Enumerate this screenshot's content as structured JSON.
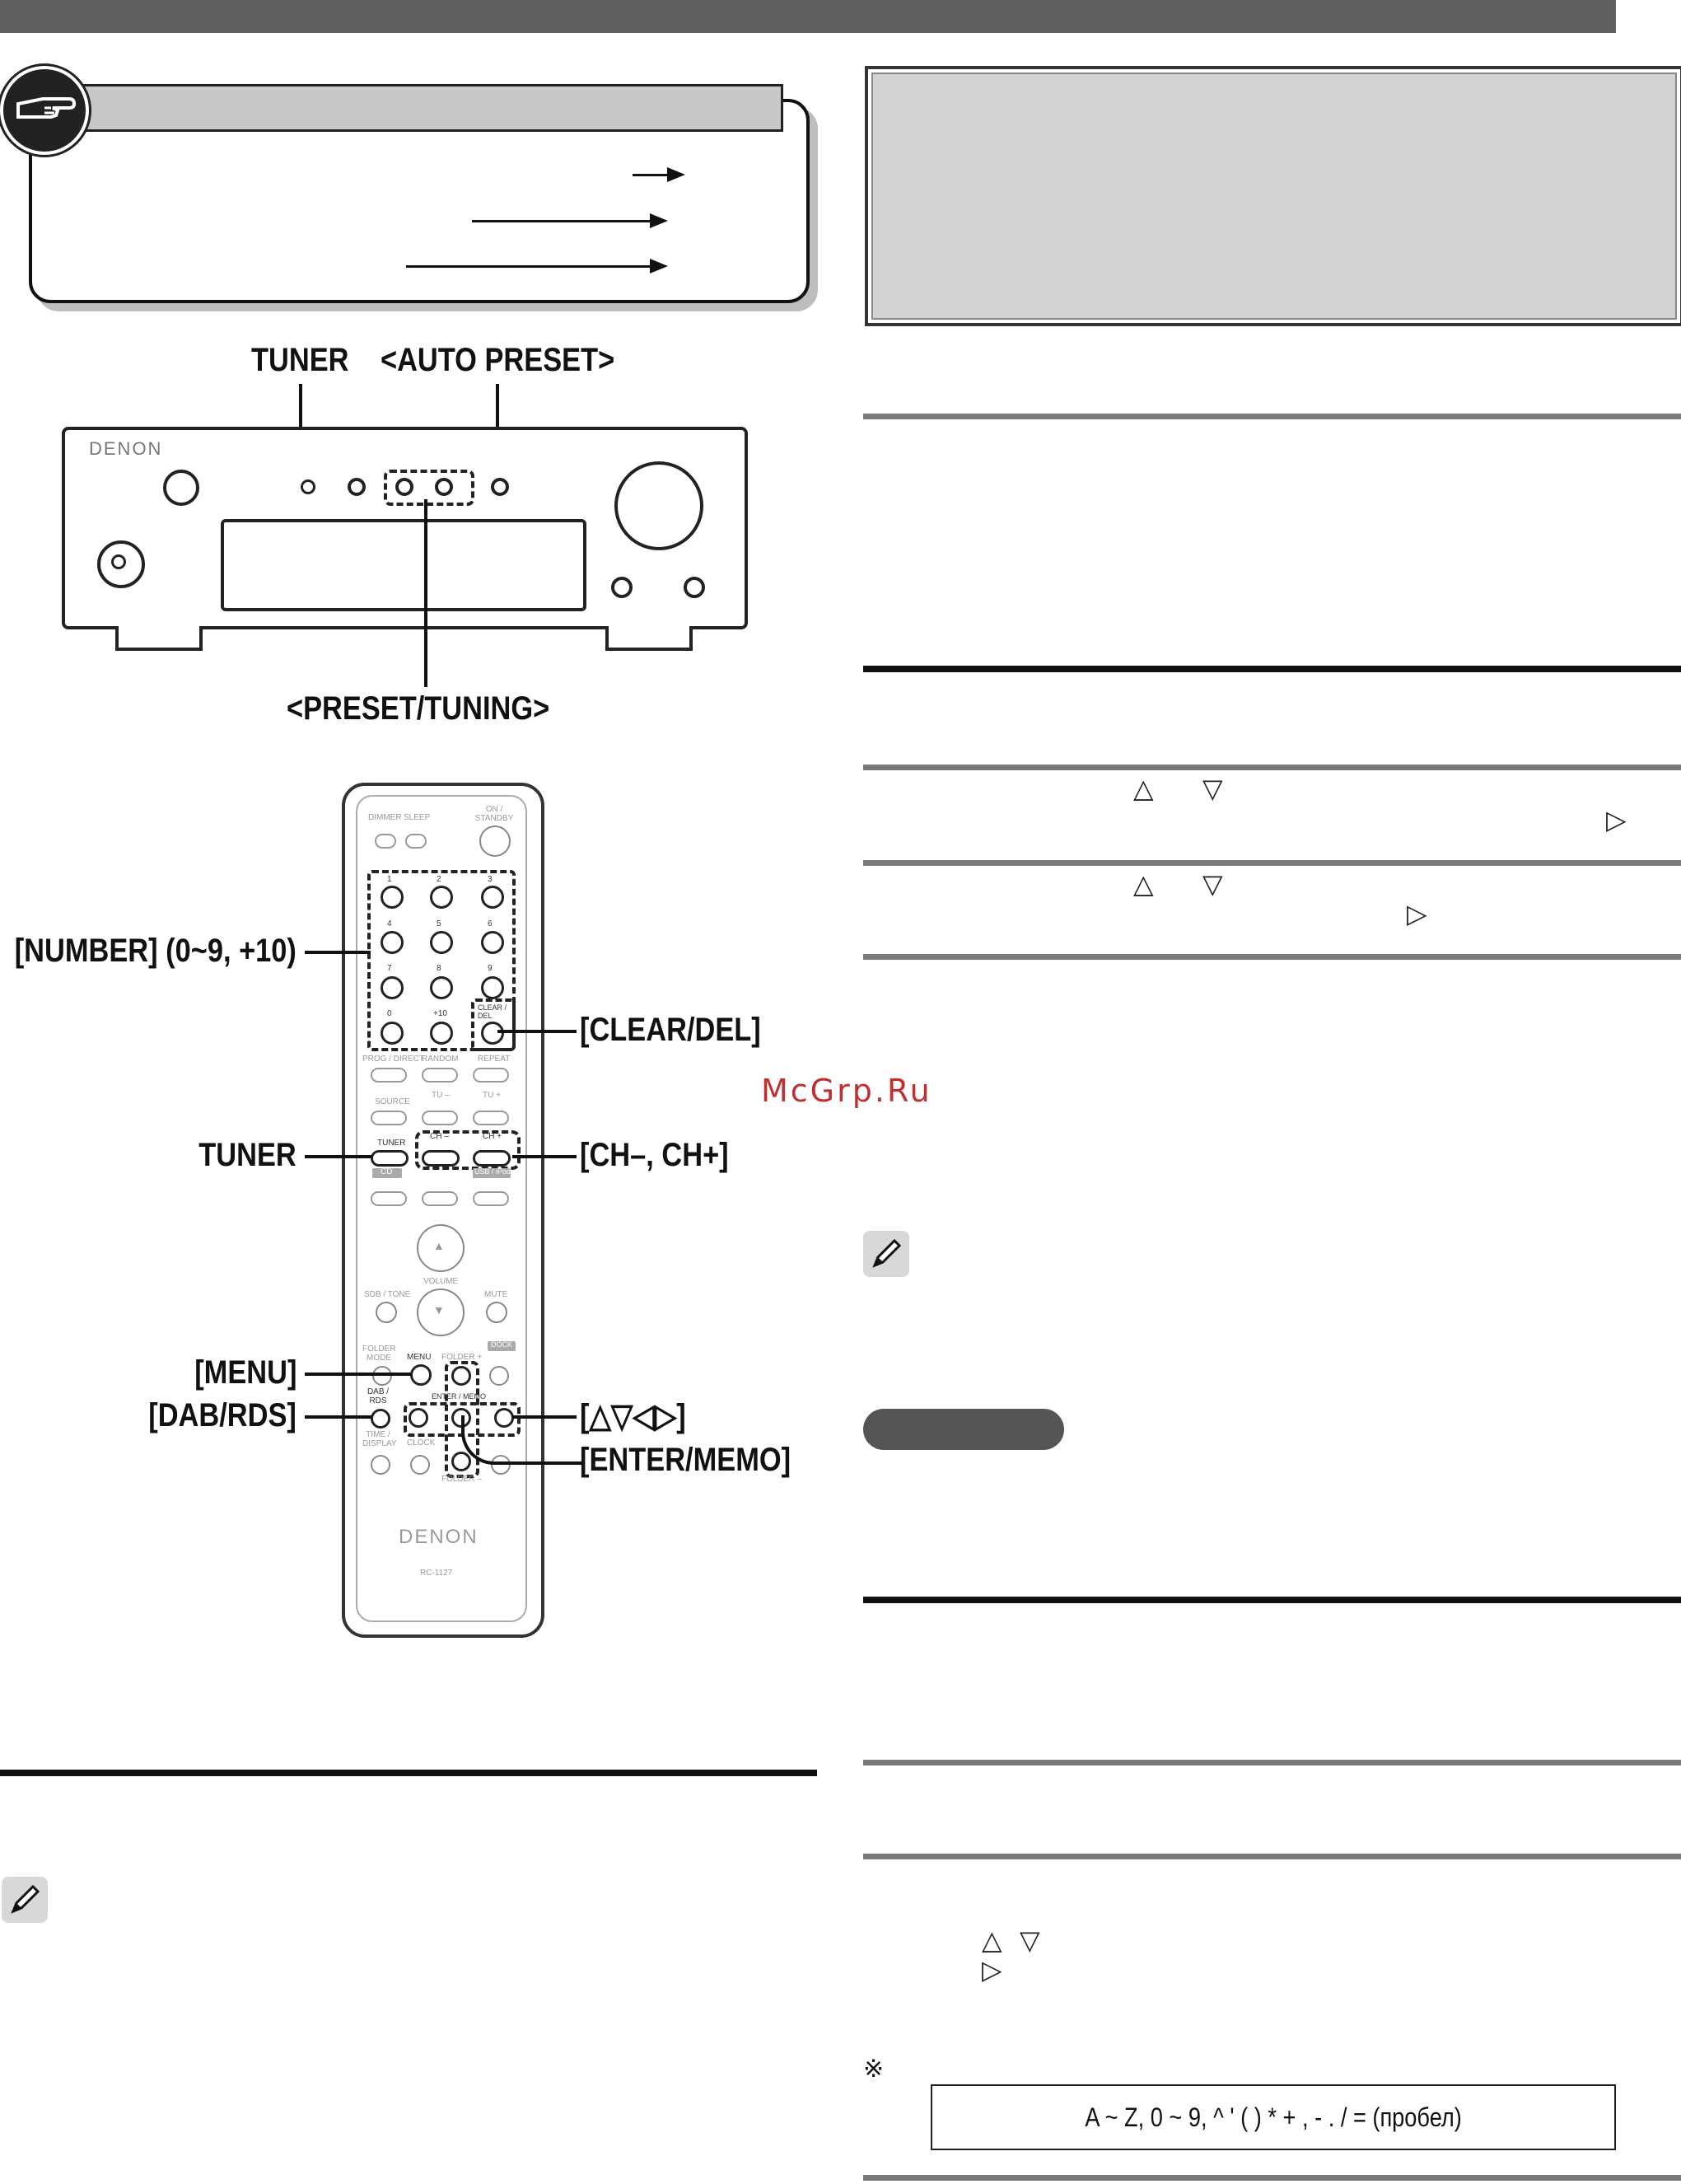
{
  "callouts": {
    "tuner_top": "TUNER",
    "auto_preset": "<AUTO PRESET>",
    "preset_tuning": "<PRESET/TUNING>",
    "number": "[NUMBER] (0~9, +10)",
    "clear_del": "[CLEAR/DEL]",
    "tuner_remote": "TUNER",
    "ch": "[CH–, CH+]",
    "menu": "[MENU]",
    "dab_rds": "[DAB/RDS]",
    "arrows": "[△▽◁▷]",
    "enter_memo": "[ENTER/MEMO]"
  },
  "receiver": {
    "brand": "DENON"
  },
  "remote": {
    "brand": "DENON",
    "model": "RC-1127",
    "dimmer": "DIMMER",
    "sleep": "SLEEP",
    "on_standby": "ON / STANDBY",
    "numbers": [
      "1",
      "2",
      "3",
      "4",
      "5",
      "6",
      "7",
      "8",
      "9",
      "0",
      "+10"
    ],
    "clear_del": "CLEAR / DEL",
    "prog_direct": "PROG / DIRECT",
    "random": "RANDOM",
    "repeat": "REPEAT",
    "source": "SOURCE",
    "tu_minus": "TU –",
    "tu_plus": "TU +",
    "tuner": "TUNER",
    "ch_minus": "CH –",
    "ch_plus": "CH +",
    "cd": "CD",
    "usb_ipod": "USB / iPod",
    "volume": "VOLUME",
    "sdb_tone": "SDB / TONE",
    "mute": "MUTE",
    "folder_mode": "FOLDER MODE",
    "menu": "MENU",
    "folder_plus": "FOLDER +",
    "dock": "DOCK",
    "dab_rds": "DAB / RDS",
    "time_display": "TIME / DISPLAY",
    "clock": "CLOCK",
    "enter_memo": "ENTER / MEMO",
    "folder_minus": "FOLDER –"
  },
  "right": {
    "triangles": {
      "up": "△",
      "down": "▽",
      "right": "▷"
    },
    "reference_mark": "※",
    "charset": "A ~ Z, 0 ~ 9, ^ ' ( ) * + , - . / = (пробел)"
  },
  "watermark": "McGrp.Ru"
}
